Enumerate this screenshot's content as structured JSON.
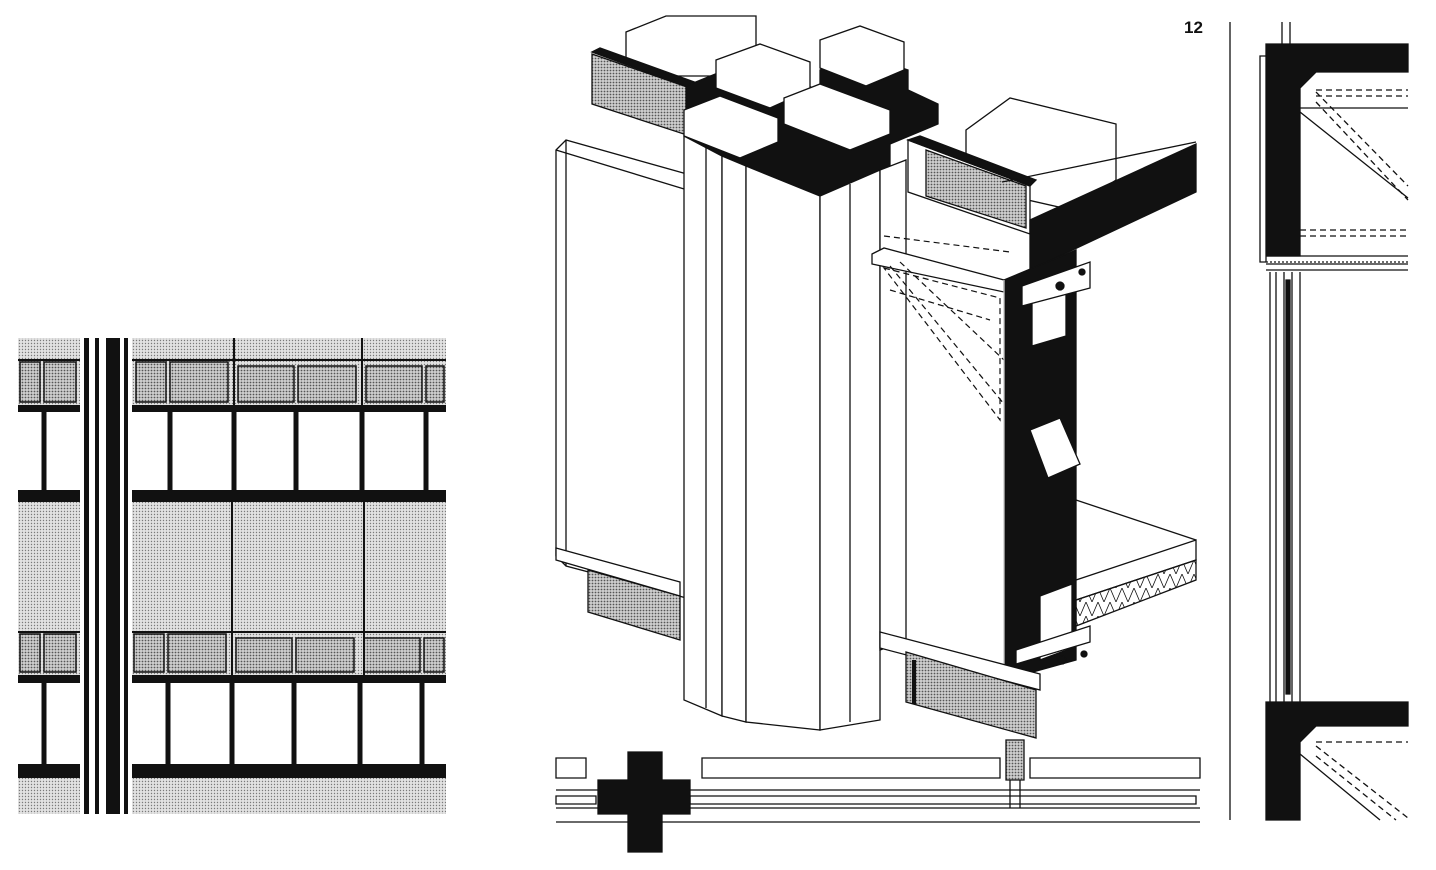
{
  "page": {
    "number": "12"
  },
  "colors": {
    "ink": "#111111",
    "paper": "#ffffff",
    "spandrel": "#c9c9c9",
    "screen": "#d6d6d6"
  },
  "figures": [
    {
      "name": "facade-elevation"
    },
    {
      "name": "corner-column-isometric"
    },
    {
      "name": "column-plan-section"
    },
    {
      "name": "wall-vertical-section"
    }
  ]
}
